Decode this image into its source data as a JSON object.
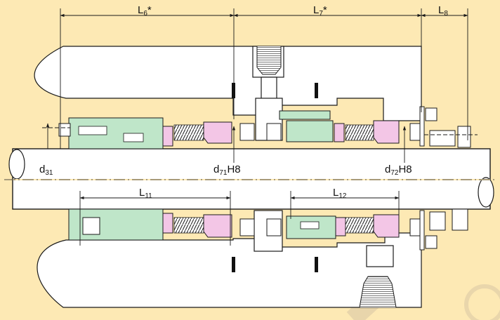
{
  "colors": {
    "background": "#fde9b4",
    "line": "#1a1a1a",
    "green_part": "#bfe6c9",
    "pink_part": "#f3c6e6",
    "steel": "#ffffff",
    "watermark": "#d8c6a4"
  },
  "dimensions": {
    "top": [
      {
        "base": "L",
        "sub": "6",
        "sup": "*"
      },
      {
        "base": "L",
        "sub": "7",
        "sup": "*"
      },
      {
        "base": "L",
        "sub": "8",
        "sup": ""
      }
    ],
    "bottom": [
      {
        "base": "L",
        "sub": "11",
        "sup": ""
      },
      {
        "base": "L",
        "sub": "12",
        "sup": ""
      }
    ]
  },
  "diameters": [
    {
      "base": "d",
      "sub": "31",
      "suffix": ""
    },
    {
      "base": "d",
      "sub": "71",
      "suffix": "H8"
    },
    {
      "base": "d",
      "sub": "72",
      "suffix": "H8"
    }
  ]
}
